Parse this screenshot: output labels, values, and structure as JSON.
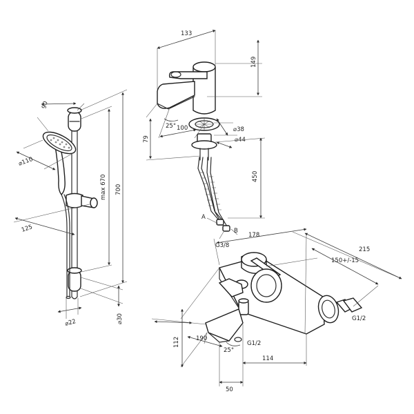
{
  "shower_set": {
    "dim_head_depth": "90",
    "dim_head_diameter": "⌀110",
    "dim_holder_reach": "125",
    "dim_slide_travel": "max 670",
    "dim_rail_length": "700",
    "dim_hose_diameter": "⌀22",
    "dim_bracket_diameter": "⌀30"
  },
  "basin_mixer": {
    "dim_width": "133",
    "dim_height_top": "149",
    "dim_angle": "25°",
    "dim_spout": "100",
    "dim_base_diameter": "⌀38",
    "dim_hole_diameter": "⌀44",
    "dim_thread_height": "79",
    "dim_hose_length": "450",
    "label_a": "A",
    "label_b": "B",
    "label_thread": "G3/8"
  },
  "bath_mixer": {
    "dim_length": "178",
    "dim_total": "215",
    "dim_centers": "150+/-15",
    "dim_connection": "G1/2",
    "dim_height": "112",
    "dim_spout_reach": "190",
    "dim_angle": "25°",
    "dim_outlet_thread": "G1/2",
    "dim_center": "114",
    "dim_offset": "50"
  }
}
